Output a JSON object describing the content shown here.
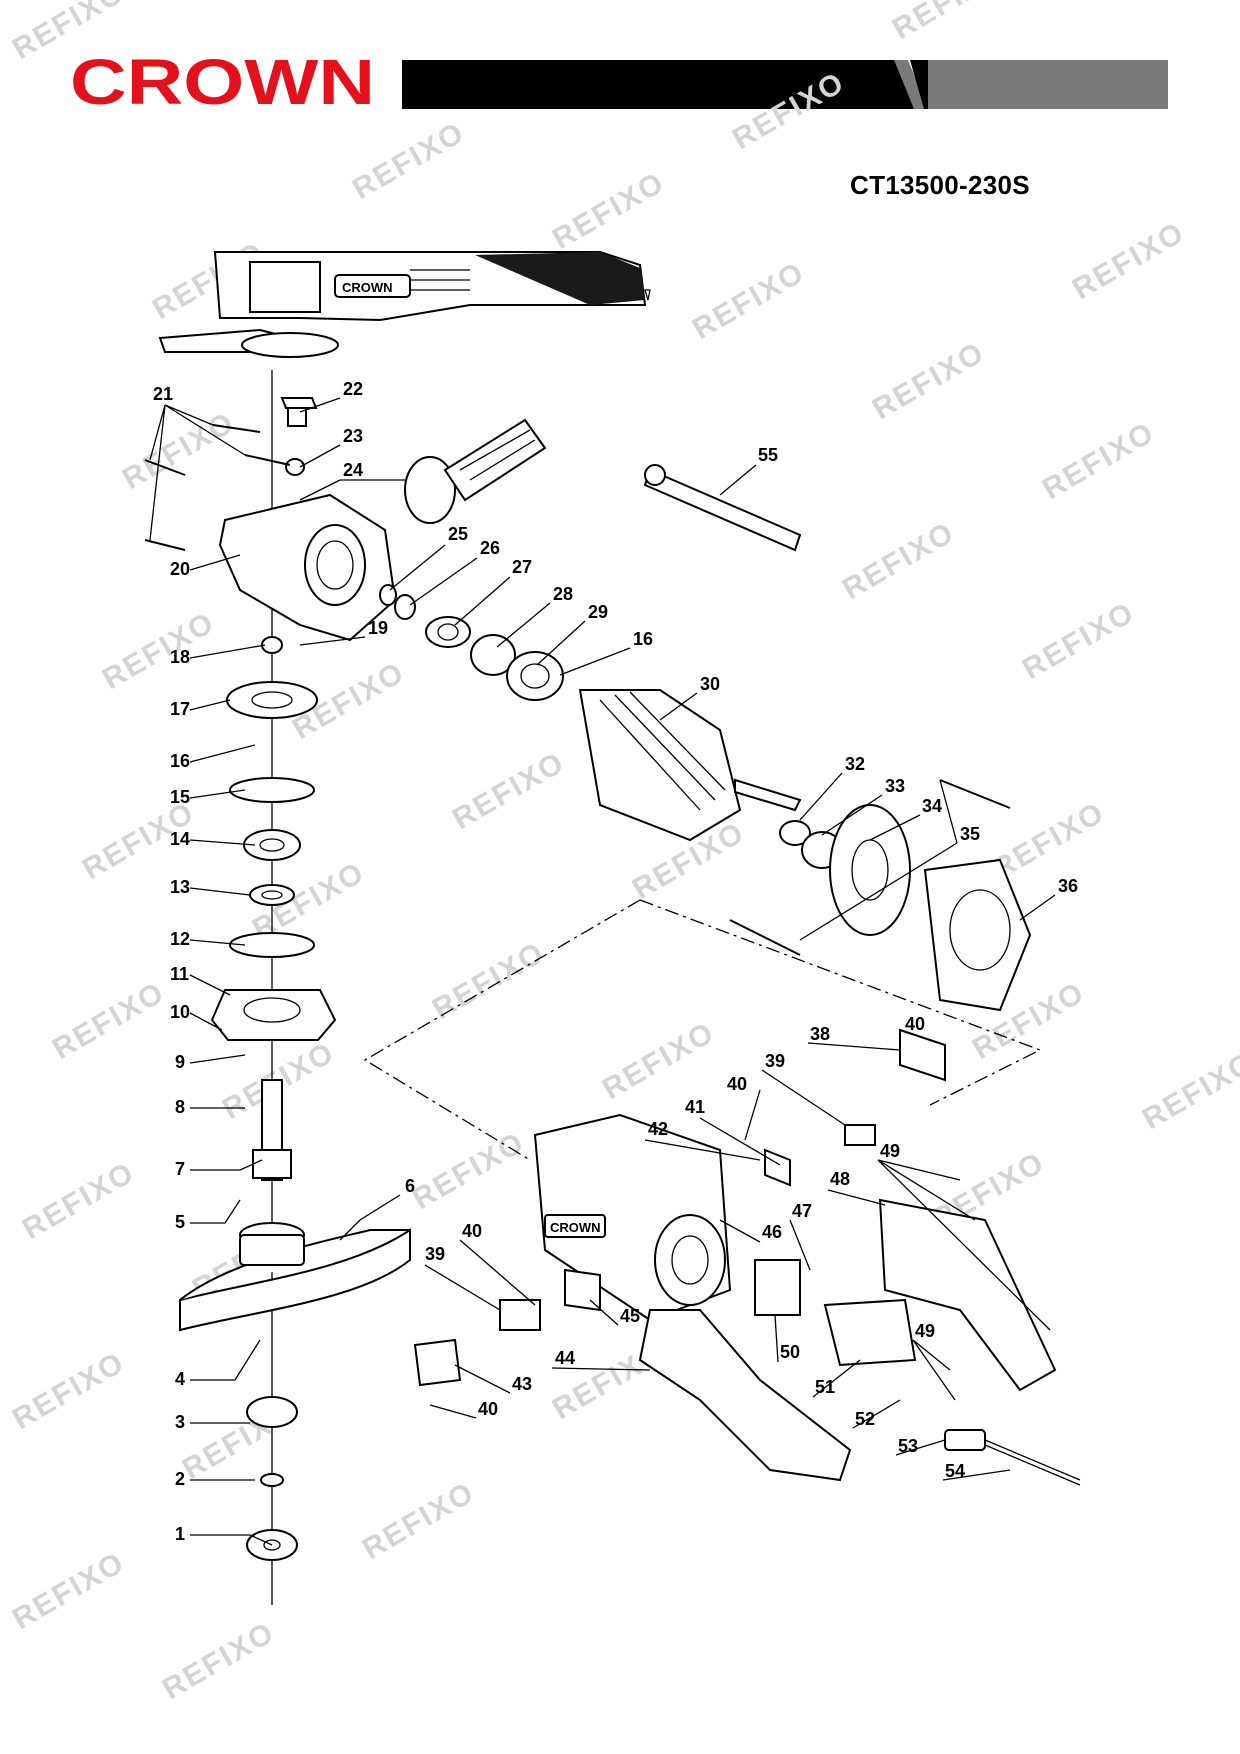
{
  "header": {
    "brand": "CROWN",
    "brand_color": "#e3111b",
    "bar_colors": [
      "#000000",
      "#7a7a7a"
    ]
  },
  "model": "CT13500-230S",
  "product_badge": "CROWN",
  "watermark": "REFIXO",
  "callouts": [
    "1",
    "2",
    "3",
    "4",
    "5",
    "6",
    "7",
    "8",
    "9",
    "10",
    "11",
    "12",
    "13",
    "14",
    "15",
    "16",
    "16",
    "17",
    "18",
    "19",
    "20",
    "21",
    "22",
    "23",
    "24",
    "25",
    "26",
    "27",
    "28",
    "29",
    "30",
    "32",
    "33",
    "34",
    "35",
    "36",
    "38",
    "39",
    "39",
    "40",
    "40",
    "40",
    "40",
    "41",
    "42",
    "43",
    "44",
    "45",
    "46",
    "47",
    "48",
    "49",
    "49",
    "50",
    "51",
    "52",
    "53",
    "54",
    "55"
  ]
}
